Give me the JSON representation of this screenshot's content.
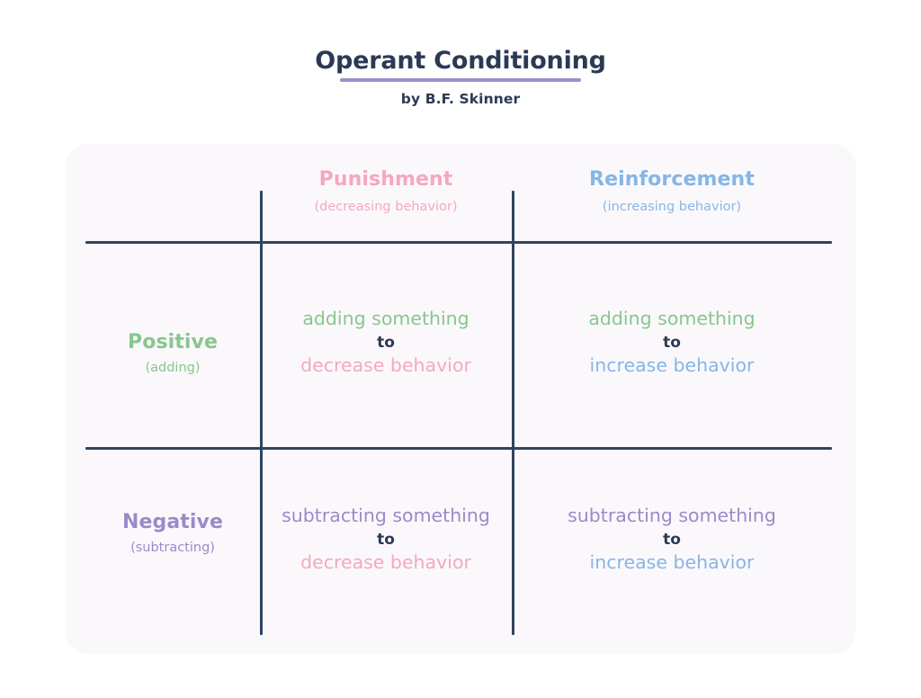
{
  "header": {
    "title": "Operant Conditioning",
    "subtitle": "by B.F. Skinner",
    "underline_color": "#9b90c9",
    "title_color": "#2b3a54"
  },
  "matrix": {
    "columns": [
      {
        "label": "Punishment",
        "sublabel": "(decreasing behavior)",
        "color": "#f4a8bf"
      },
      {
        "label": "Reinforcement",
        "sublabel": "(increasing behavior)",
        "color": "#86b6e4"
      }
    ],
    "rows": [
      {
        "label": "Positive",
        "sublabel": "(adding)",
        "color": "#87c78c"
      },
      {
        "label": "Negative",
        "sublabel": "(subtracting)",
        "color": "#9b8ac9"
      }
    ],
    "cells": [
      {
        "row": "Positive",
        "column": "Punishment",
        "line_a": "adding something",
        "line_b": "to",
        "line_c": "decrease behavior",
        "line_a_color": "#87c78c",
        "line_b_color": "#2b3a54",
        "line_c_color": "#f4a8bf"
      },
      {
        "row": "Positive",
        "column": "Reinforcement",
        "line_a": "adding something",
        "line_b": "to",
        "line_c": "increase behavior",
        "line_a_color": "#87c78c",
        "line_b_color": "#2b3a54",
        "line_c_color": "#86b6e4"
      },
      {
        "row": "Negative",
        "column": "Punishment",
        "line_a": "subtracting something",
        "line_b": "to",
        "line_c": "decrease behavior",
        "line_a_color": "#9b8ac9",
        "line_b_color": "#2b3a54",
        "line_c_color": "#f4a8bf"
      },
      {
        "row": "Negative",
        "column": "Reinforcement",
        "line_a": "subtracting something",
        "line_b": "to",
        "line_c": "increase behavior",
        "line_a_color": "#9b8ac9",
        "line_b_color": "#2b3a54",
        "line_c_color": "#86b6e4"
      }
    ],
    "grid_line_color": "#31445f",
    "card_background": "#fbf8fc"
  }
}
